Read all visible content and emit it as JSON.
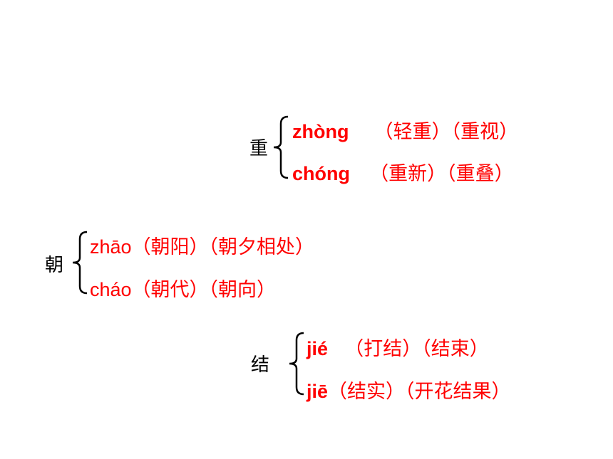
{
  "groups": [
    {
      "character": "重",
      "readings": [
        {
          "pinyin": "zhòng",
          "words": "（轻重）（重视）"
        },
        {
          "pinyin": "chóng",
          "words": "（重新）（重叠）"
        }
      ]
    },
    {
      "character": "朝",
      "readings": [
        {
          "pinyin": "zhāo",
          "words": "（朝阳）（朝夕相处）"
        },
        {
          "pinyin": "cháo",
          "words": "（朝代）（朝向）"
        }
      ]
    },
    {
      "character": "结",
      "readings": [
        {
          "pinyin": "jié",
          "words": "（打结）（结束）"
        },
        {
          "pinyin": "jiē",
          "words": "（结实）（开花结果）"
        }
      ]
    }
  ],
  "colors": {
    "reading": "#ff0000",
    "character": "#000000"
  }
}
